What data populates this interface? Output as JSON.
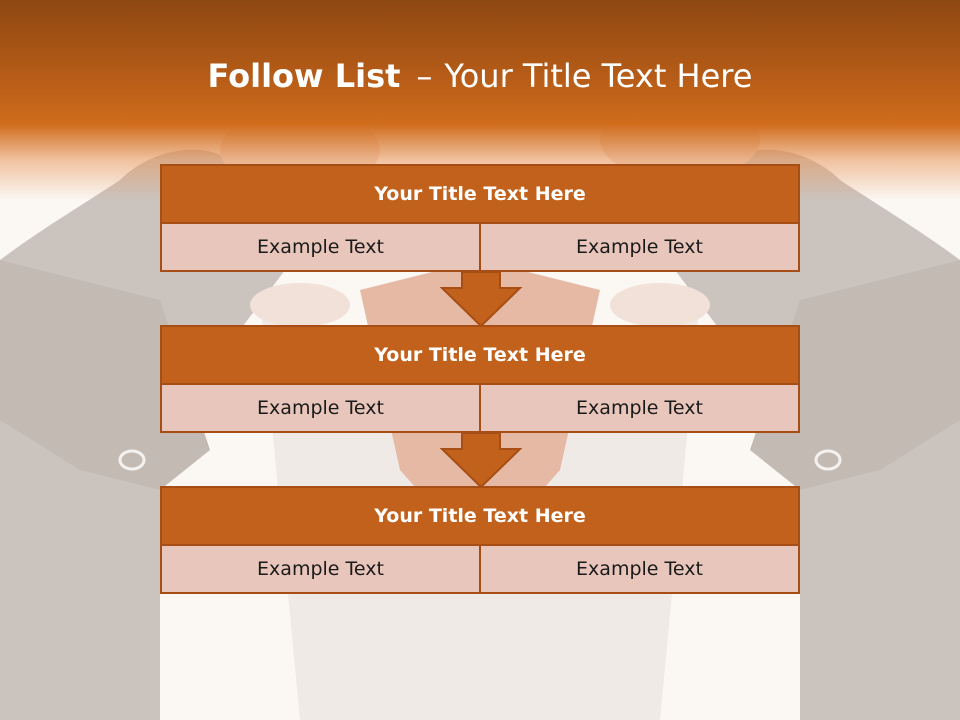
{
  "slide": {
    "title_bold": "Follow List",
    "title_sep": "–",
    "title_rest": "Your Title Text Here"
  },
  "steps": [
    {
      "title": "Your Title Text Here",
      "cells": [
        "Example Text",
        "Example Text"
      ]
    },
    {
      "title": "Your Title Text Here",
      "cells": [
        "Example Text",
        "Example Text"
      ]
    },
    {
      "title": "Your Title Text Here",
      "cells": [
        "Example Text",
        "Example Text"
      ]
    }
  ],
  "colors": {
    "header_dark": "#8e4812",
    "accent": "#c2611b",
    "cell_fill": "#e8c6bb",
    "border": "#a64e15",
    "background": "#fbf7f3"
  },
  "icons": {
    "background_image": "businessman-opening-shirt-photo",
    "connector": "down-arrow-icon"
  }
}
